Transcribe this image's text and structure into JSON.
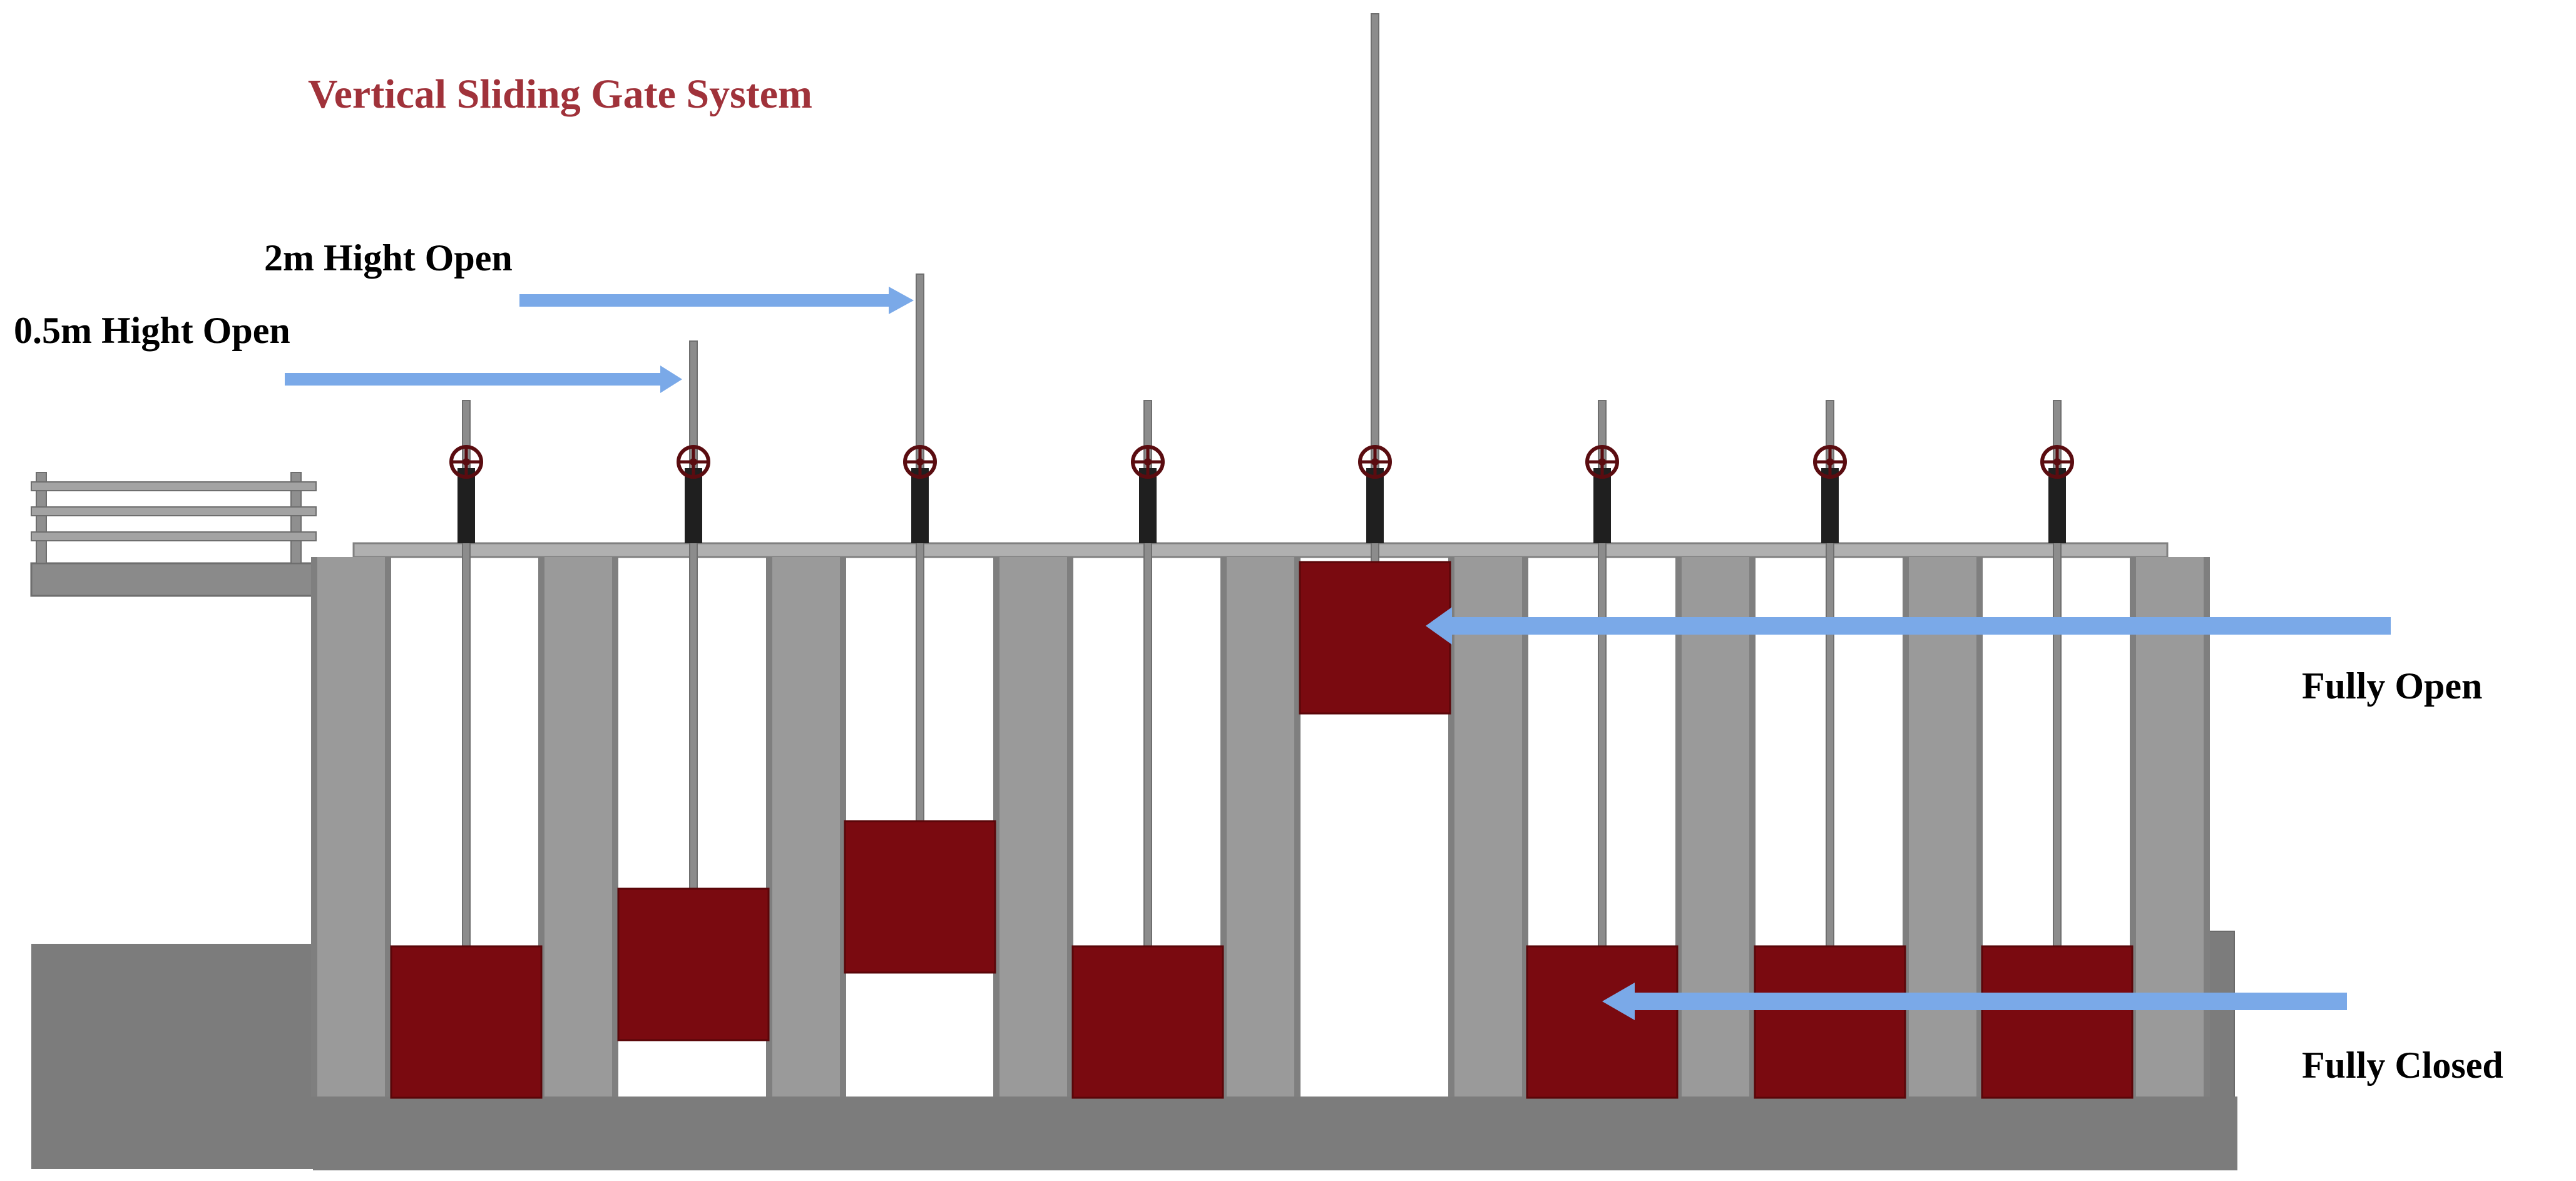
{
  "title": "Vertical Sliding Gate System",
  "annotations": {
    "half_meter": "0.5m Hight Open",
    "two_meter": "2m Hight Open",
    "fully_open": "Fully Open",
    "fully_closed": "Fully Closed"
  },
  "gates": [
    {
      "index": 1,
      "state": "Fully Closed"
    },
    {
      "index": 2,
      "state": "0.5m Hight Open"
    },
    {
      "index": 3,
      "state": "2m Hight Open"
    },
    {
      "index": 4,
      "state": "Fully Closed"
    },
    {
      "index": 5,
      "state": "Fully Open"
    },
    {
      "index": 6,
      "state": "Fully Closed"
    },
    {
      "index": 7,
      "state": "Fully Closed"
    },
    {
      "index": 8,
      "state": "Fully Closed"
    }
  ],
  "colors": {
    "title": "#a0323a",
    "gate": "#7a0a10",
    "pier": "#9a9a9a",
    "pier_edge": "#7f7f7f",
    "ground": "#808080",
    "arrow": "#7aa9e8",
    "wheel": "#5a0c10"
  }
}
